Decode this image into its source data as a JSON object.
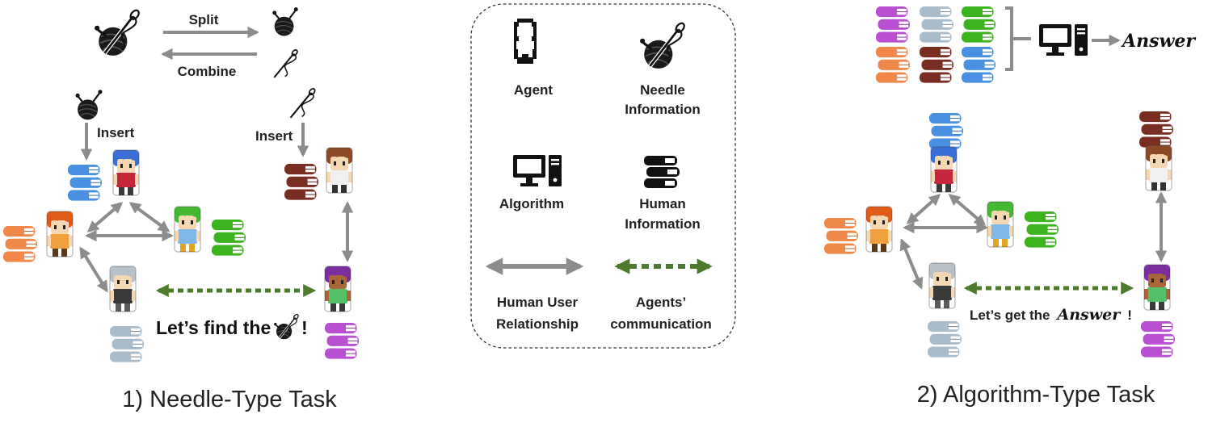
{
  "colors": {
    "human_arrow": "#8c8c8c",
    "agent_arrow": "#4e7a2e",
    "book_blue": "#4a90e2",
    "book_green": "#3cb41e",
    "book_orange": "#f0884a",
    "book_brown": "#7a2e22",
    "book_slate": "#a9bccc",
    "book_purple": "#b94fd1",
    "dark": "#111111"
  },
  "needle_task": {
    "split_label": "Split",
    "combine_label": "Combine",
    "insert_left_label": "Insert",
    "insert_right_label": "Insert",
    "chat_text": "Let’s find the",
    "chat_end": "!",
    "caption": "1) Needle-Type Task"
  },
  "legend": {
    "agent_label": "Agent",
    "needle_line1": "Needle",
    "needle_line2": "Information",
    "algorithm_label": "Algorithm",
    "human_info_line1": "Human",
    "human_info_line2": "Information",
    "relationship_line1": "Human User",
    "relationship_line2": "Relationship",
    "communication_line1": "Agents’",
    "communication_line2": "communication"
  },
  "algorithm_task": {
    "answer_label": "Answer",
    "chat_prefix": "Let’s get the",
    "chat_answer": "Answer",
    "chat_end": "!",
    "caption": "2) Algorithm-Type Task"
  }
}
